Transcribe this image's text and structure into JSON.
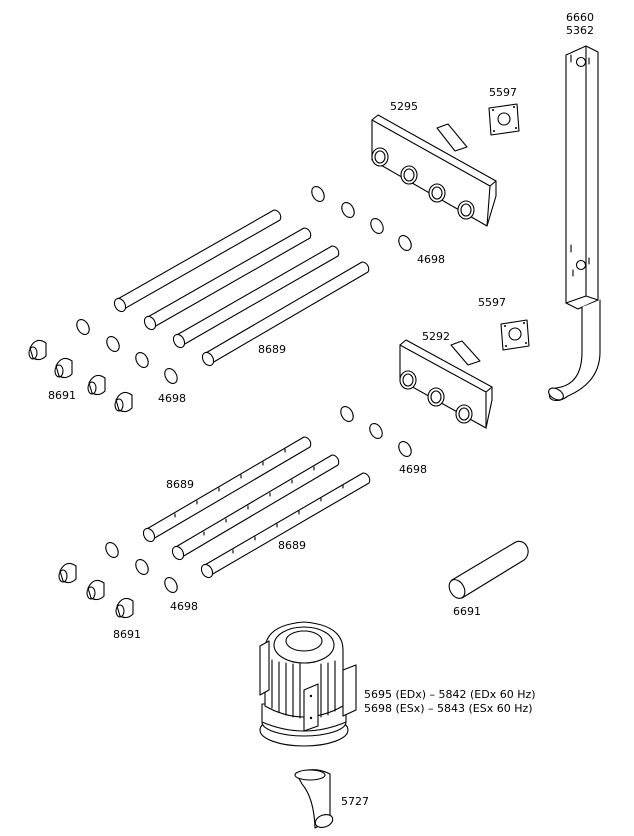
{
  "labels": {
    "l6660": "6660",
    "l5362": "5362",
    "l5597a": "5597",
    "l5295": "5295",
    "l4698a": "4698",
    "l5597b": "5597",
    "l5292": "5292",
    "l8689a": "8689",
    "l8691a": "8691",
    "l4698b": "4698",
    "l4698c": "4698",
    "l8689b": "8689",
    "l8689c": "8689",
    "l6691": "6691",
    "l4698d": "4698",
    "l8691b": "8691",
    "lmotor1": "5695 (EDx) – 5842 (EDx 60 Hz)",
    "lmotor2": "5698 (ESx) – 5843 (ESx 60 Hz)",
    "l5727": "5727"
  }
}
